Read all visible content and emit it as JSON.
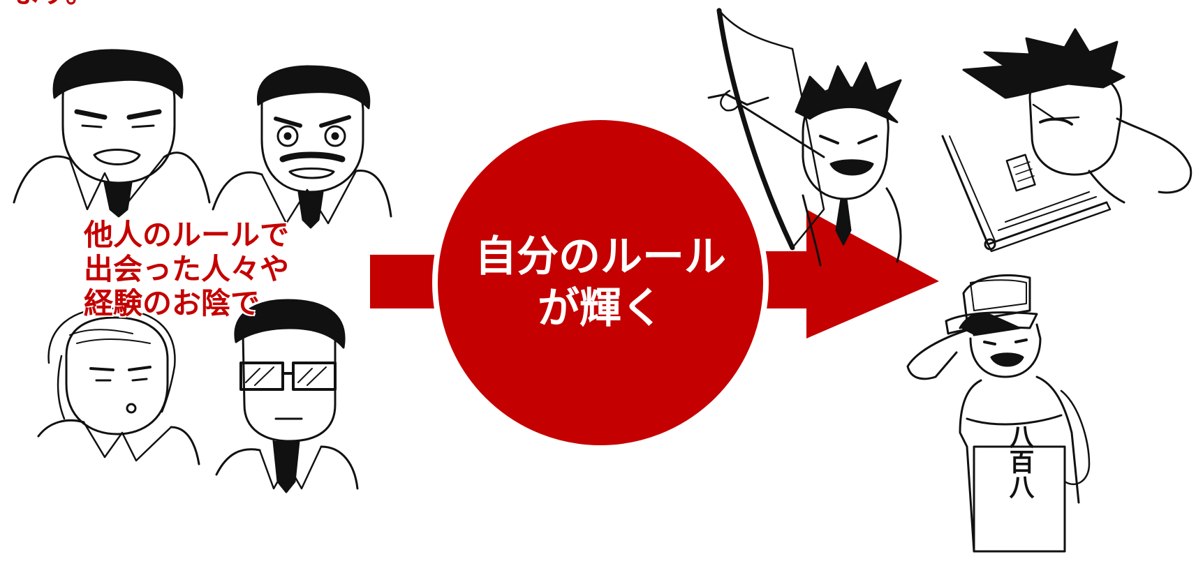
{
  "diagram": {
    "top_fragment": "ます。",
    "left_caption": {
      "line1": "他人のルールで",
      "line2": "出会った人々や",
      "line3": "経験のお陰で"
    },
    "center_circle": {
      "line1": "自分のルール",
      "line2": "が輝く"
    },
    "apron_text": "八百八",
    "colors": {
      "accent_red": "#c40000",
      "ink": "#111111",
      "background": "#ffffff"
    },
    "icons": [
      "flow-arrow-icon"
    ]
  }
}
